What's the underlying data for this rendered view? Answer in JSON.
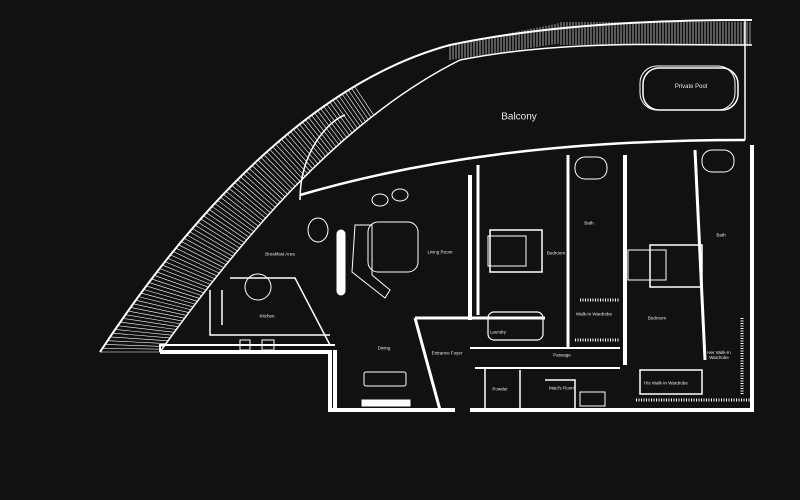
{
  "plan": {
    "title": "Floor Plan",
    "colors": {
      "background": "#111111",
      "lines": "#ffffff"
    },
    "rooms": {
      "balcony": "Balcony",
      "private_pool": "Private Pool",
      "breakfast_area": "Breakfast Area",
      "living_room": "Living Room",
      "kitchen": "Kitchen",
      "dining": "Dining",
      "entrance_foyer": "Entrance Foyer",
      "laundry": "Laundry",
      "passage": "Passage",
      "powder": "Powder",
      "maids_room": "Maid's Room",
      "bedroom_1": "Bedroom",
      "bath_1": "Bath",
      "walk_in_wardrobe": "Walk-In Wardrobe",
      "bedroom_2": "Bedroom",
      "bath_2": "Bath",
      "his_walk_in_wardrobe": "His Walk-In Wardrobe",
      "her_walk_in_wardrobe": "Her Walk-In Wardrobe"
    }
  }
}
